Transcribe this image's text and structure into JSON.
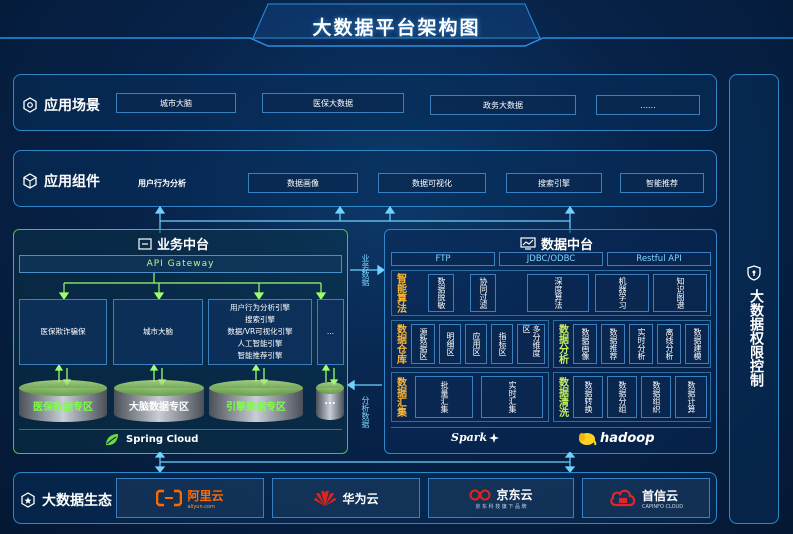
{
  "title": "大数据平台架构图",
  "rows": {
    "application_scenes": {
      "label": "应用场景",
      "items": [
        "城市大脑",
        "医保大数据",
        "政务大数据",
        "......"
      ]
    },
    "application_components": {
      "label": "应用组件",
      "plain_item": "用户行为分析",
      "items": [
        "数据画像",
        "数据可视化",
        "搜索引擎",
        "智能推荐"
      ]
    },
    "ecosystem": {
      "label": "大数据生态",
      "logos": [
        {
          "name": "阿里云",
          "sub": "aliyun.com",
          "color": "#ff6a00"
        },
        {
          "name": "华为云",
          "sub": "",
          "color": "#e2231a"
        },
        {
          "name": "京东云",
          "sub": "京 东 科 技 旗 下 品 牌",
          "color": "#e1251b"
        },
        {
          "name": "首信云",
          "sub": "CAPINFO CLOUD",
          "color": "#e0262d"
        }
      ]
    }
  },
  "business_platform": {
    "title": "业务中台",
    "gateway": "API Gateway",
    "services": [
      {
        "lines": [
          "医保欺诈骗保"
        ]
      },
      {
        "lines": [
          "城市大脑"
        ]
      },
      {
        "lines": [
          "用户行为分析引擎",
          "搜索引擎",
          "数据/VR可视化引擎",
          "人工智能引擎",
          "智能推荐引擎"
        ]
      },
      {
        "lines": [
          "..."
        ]
      }
    ],
    "databases": [
      "医保数据专区",
      "大脑数据专区",
      "引擎数据专区",
      "..."
    ],
    "footer": "Spring Cloud"
  },
  "connectors": {
    "business_data": "业务数据",
    "analysis_data": "分析数据"
  },
  "data_platform": {
    "title": "数据中台",
    "protocols": [
      "FTP",
      "JDBC/ODBC",
      "Restful API"
    ],
    "smart_algorithms": {
      "label": "智能算法",
      "items": [
        "数据脱敏",
        "协同过滤",
        "深度算法",
        "机器学习",
        "知识图谱"
      ]
    },
    "data_warehouse": {
      "label": "数据仓库",
      "items": [
        "源数据区",
        "明细区",
        "应用区",
        "指标区",
        "多分维度区"
      ]
    },
    "data_analysis": {
      "label": "数据分析",
      "items": [
        "数据画像",
        "数据推荐",
        "实时分析",
        "离线分析",
        "数据建模"
      ]
    },
    "data_collection": {
      "label": "数据汇集",
      "items": [
        "批量汇集",
        "实时汇集"
      ]
    },
    "data_cleaning": {
      "label": "数据清洗",
      "items": [
        "数据转换",
        "数据分组",
        "数据组织",
        "数据计算"
      ]
    },
    "footer_left": "Spark",
    "footer_right": "hadoop"
  },
  "side_panel": {
    "label": "大数据权限控制"
  },
  "colors": {
    "accent_blue": "#2f87c8",
    "accent_green": "#4fbf4a",
    "label_orange": "#ffb830",
    "label_yellowgreen": "#c8f060"
  }
}
